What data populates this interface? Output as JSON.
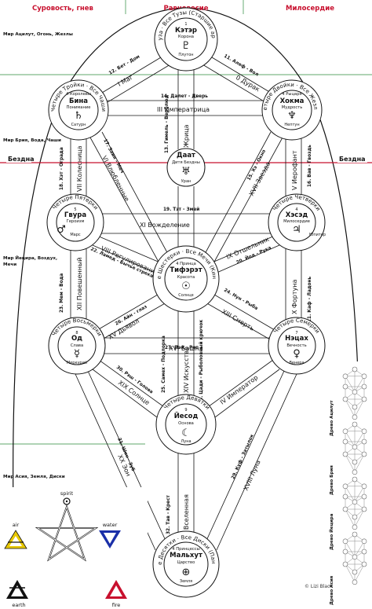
{
  "pillars": {
    "left": "Суровость, гнев",
    "middle": "Равновесие",
    "right": "Милосердие"
  },
  "worlds": {
    "atziluth": "Мир Ацилут, Огонь, Жезлы",
    "briah": "Мир Брия, Вода, Чаши",
    "yetzirah": "Мир Йецира, Воздух, Мечи",
    "assiah": "Мир Асия, Земля, Диски"
  },
  "abyss": {
    "left": "Бездна",
    "right": "Бездна"
  },
  "sephiroth": {
    "keter": {
      "ring": "Четыре Тузa · Все Тузы (Старшие арканы Ату)",
      "name": "Кэтэр",
      "num": "1",
      "title": "Корона",
      "planet": "Плутон",
      "glyph": "♇"
    },
    "hokhmah": {
      "ring": "Четыре Двойки · Все Жезлы",
      "name": "Хокма",
      "num": "2",
      "note": "4 Рыцаря",
      "title": "Мудрость",
      "planet": "Нептун",
      "glyph": "♆"
    },
    "binah": {
      "ring": "Четыре Тройки · Все Чаши",
      "name": "Бина",
      "num": "3",
      "note": "4 Королевы",
      "title": "Понимание",
      "planet": "Сатурн",
      "glyph": "♄"
    },
    "daat": {
      "name": "Даат",
      "title": "Дитя Бездны",
      "planet": "Уран",
      "glyph": "♅"
    },
    "hesed": {
      "ring": "Четыре Четверки",
      "name": "Хэсэд",
      "num": "4",
      "title": "Милосердие",
      "planet": "Юпитер",
      "glyph": "♃"
    },
    "gevurah": {
      "ring": "Четыре Пятерки",
      "name": "Гвура",
      "num": "5",
      "title": "Героизм",
      "planet": "Марс",
      "glyph": "♂"
    },
    "tiferet": {
      "ring": "Четыре Шестерки · Все Мечи (Кинжалы)",
      "name": "Тифэрэт",
      "num": "6",
      "note": "4 Принца",
      "title": "Красота",
      "planet": "Солнце",
      "glyph": "☉"
    },
    "netzah": {
      "ring": "Четыре Семерки",
      "name": "Нэцах",
      "num": "7",
      "title": "Вечность",
      "planet": "Венера",
      "glyph": "♀"
    },
    "hod": {
      "ring": "Четыре Восьмерки",
      "name": "Од",
      "num": "8",
      "title": "Слава",
      "planet": "Меркурий",
      "glyph": "☿"
    },
    "yesod": {
      "ring": "Четыре Девятки",
      "name": "Йесод",
      "num": "9",
      "title": "Основа",
      "planet": "Луна",
      "glyph": "☾"
    },
    "malkhut": {
      "ring": "Четыре Десятки · Все Диски (Пантакли)",
      "name": "Мальхут",
      "num": "10",
      "note": "4 Принцессы",
      "title": "Царство",
      "planet": "Земля",
      "glyph": "⊕"
    }
  },
  "paths": [
    {
      "letter": "11. Алеф - Вол",
      "card": "0 Дурак"
    },
    {
      "letter": "12. Бет - Дом",
      "card": "I Маг"
    },
    {
      "letter": "13. Гимель - Верблюд",
      "card": "II Жрица"
    },
    {
      "letter": "14. Далет - Дверь",
      "card": "III Императрица"
    },
    {
      "letter": "15. Хэ - Окно",
      "card": "XVII Звезда"
    },
    {
      "letter": "16. Вав - Гвоздь",
      "card": "V Иерофант"
    },
    {
      "letter": "17. Заин - Меч",
      "card": "VI Влюбленные"
    },
    {
      "letter": "18. Хэт - Ограда",
      "card": "VII Колесница"
    },
    {
      "letter": "19. Тэт - Змей",
      "card": "XI Вожделение"
    },
    {
      "letter": "20. Йод - Рука",
      "card": "IX Отшельник"
    },
    {
      "letter": "21. Каф - Ладонь",
      "card": "X Фортуна"
    },
    {
      "letter": "22. Ламед - Бычье стрекало",
      "card": "VIII Регулирование"
    },
    {
      "letter": "23. Мем - Вода",
      "card": "XII Повешенный"
    },
    {
      "letter": "24. Нун - Рыба",
      "card": "XIII Смерть"
    },
    {
      "letter": "25. Самех - Подпорка",
      "card": "XIV Искусство"
    },
    {
      "letter": "26. Айн - глаз",
      "card": "XV Дьявол"
    },
    {
      "letter": "27. Пэй - Рот",
      "card": "XVI Башня"
    },
    {
      "letter": "28. Цади - Рыболовный крючок",
      "card": "IV Император"
    },
    {
      "letter": "29. Куф - Затылок",
      "card": "XVIII Луна"
    },
    {
      "letter": "30. Рэш - Голова",
      "card": "XIX Солнце"
    },
    {
      "letter": "31. Шин - Зуб",
      "card": "XX Эон"
    },
    {
      "letter": "32. Тав - Крест",
      "card": "XXI Вселенная"
    }
  ],
  "elements": {
    "spirit": "spirit",
    "air": "air",
    "water": "water",
    "earth": "earth",
    "fire": "fire"
  },
  "trees": [
    "Древо Ацилут",
    "Древо Брия",
    "Древо Йецира",
    "Древо Асия"
  ],
  "signature": "© Lizi Black",
  "colors": {
    "accent": "#c8102e",
    "line": "#111111",
    "air": "#e8c800",
    "water": "#1a2fa8",
    "fire": "#c8102e",
    "earth": "#111111"
  }
}
